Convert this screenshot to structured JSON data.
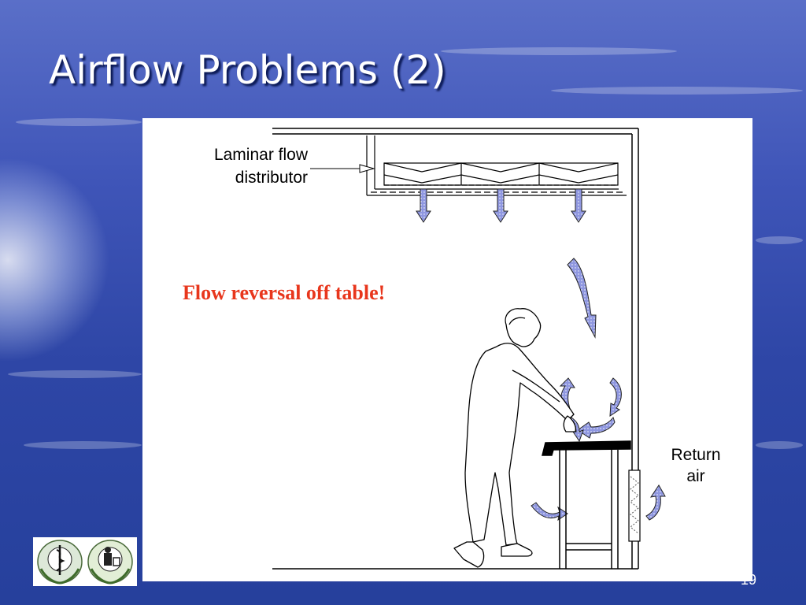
{
  "slide": {
    "title": "Airflow Problems (2)",
    "page_number": "19"
  },
  "diagram": {
    "label_distributor_line1": "Laminar flow",
    "label_distributor_line2": "distributor",
    "note": "Flow reversal off table!",
    "label_return_line1": "Return",
    "label_return_line2": "air"
  },
  "colors": {
    "title_text": "#ffffff",
    "note_text": "#e8361c",
    "arrow_fill": "#8f97e0",
    "background": "#3f55b8"
  },
  "icons": [
    "who-emblem-icon",
    "partner-emblem-icon"
  ]
}
